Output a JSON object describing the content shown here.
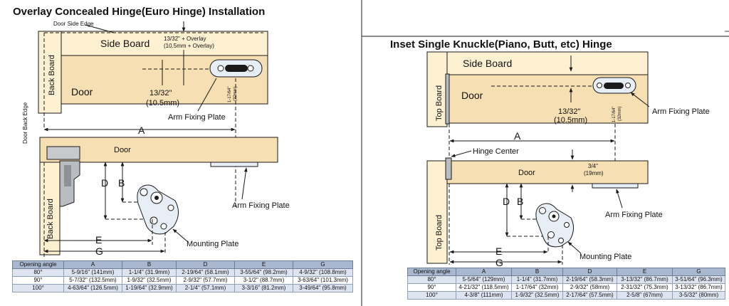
{
  "left": {
    "title": "Overlay Concealed Hinge(Euro Hinge) Installation",
    "labels": {
      "door_side_edge": "Door Side Edge",
      "overlay_top": "13/32\" + Overlay",
      "overlay_bottom": "(10.5mm + Overlay)",
      "side_board": "Side Board",
      "back_board": "Back Board",
      "door": "Door",
      "door_back_edge": "Door Back Edge",
      "dim_inch": "13/32\"",
      "dim_mm": "(10.5mm)",
      "arm_fixing_plate_1": "Arm Fixing Plate",
      "plate_inch": "1-17/64\"",
      "plate_mm": "(32mm)",
      "dim_a": "A",
      "door_lower": "Door",
      "dim_d": "D",
      "dim_b": "B",
      "arm_fixing_plate_2": "Arm Fixing Plate",
      "back_board_lower": "Back Board",
      "dim_e": "E",
      "dim_g": "G",
      "mounting_plate": "Mounting Plate"
    },
    "table": {
      "headers": [
        "Opening angle",
        "A",
        "B",
        "D",
        "E",
        "G"
      ],
      "rows": [
        [
          "80°",
          "5-9/16\" (141mm)",
          "1-1/4\" (31.9mm)",
          "2-19/64\" (58.1mm)",
          "3-55/64\" (98.2mm)",
          "4-9/32\" (108.8mm)"
        ],
        [
          "90°",
          "5-7/32\" (132.5mm)",
          "1-9/32\" (32.5mm)",
          "2-9/32\" (57.7mm)",
          "3-1/2\" (88.7mm)",
          "3-63/64\" (101.3mm)"
        ],
        [
          "100°",
          "4-63/64\" (126.5mm)",
          "1-19/64\" (32.9mm)",
          "2-1/4\" (57.1mm)",
          "3-3/16\" (81.2mm)",
          "3-49/64\" (95.8mm)"
        ]
      ]
    }
  },
  "right": {
    "title": "Inset Single Knuckle(Piano, Butt, etc) Hinge",
    "labels": {
      "side_board": "Side Board",
      "top_board": "Top Board",
      "door": "Door",
      "dim_inch": "13/32\"",
      "dim_mm": "(10.5mm)",
      "arm_fixing_plate_1": "Arm Fixing Plate",
      "plate_inch": "1-17/64\"",
      "plate_mm": "(32mm)",
      "dim_a": "A",
      "hinge_center": "Hinge Center",
      "gap_inch": "3/4\"",
      "gap_mm": "(19mm)",
      "door_lower": "Door",
      "dim_d": "D",
      "dim_b": "B",
      "arm_fixing_plate_2": "Arm Fixing Plate",
      "top_board_lower": "Top Board",
      "dim_e": "E",
      "dim_g": "G",
      "mounting_plate": "Mounting Plate"
    },
    "table": {
      "headers": [
        "Opening angle",
        "A",
        "B",
        "D",
        "E",
        "G"
      ],
      "rows": [
        [
          "80°",
          "5-5/64\" (129mm)",
          "1-1/4\" (31.7mm)",
          "2-19/64\" (58.3mm)",
          "3-13/32\" (86.7mm)",
          "3-51/64\" (96.3mm)"
        ],
        [
          "90°",
          "4-21/32\" (118.5mm)",
          "1-17/64\" (32mm)",
          "2-9/32\" (58mm)",
          "2-31/32\" (75.3mm)",
          "3-13/32\" (86.7mm)"
        ],
        [
          "100°",
          "4-3/8\" (111mm)",
          "1-9/32\" (32.5mm)",
          "2-17/64\" (57.5mm)",
          "2-5/8\" (67mm)",
          "3-5/32\" (80mm)"
        ]
      ]
    }
  },
  "colors": {
    "wood": "#f5dfb3",
    "wood_light": "#fdf1d2",
    "line": "#1a1a1a",
    "table_header": "#a9b8cf",
    "table_band": "#dde4f0"
  }
}
